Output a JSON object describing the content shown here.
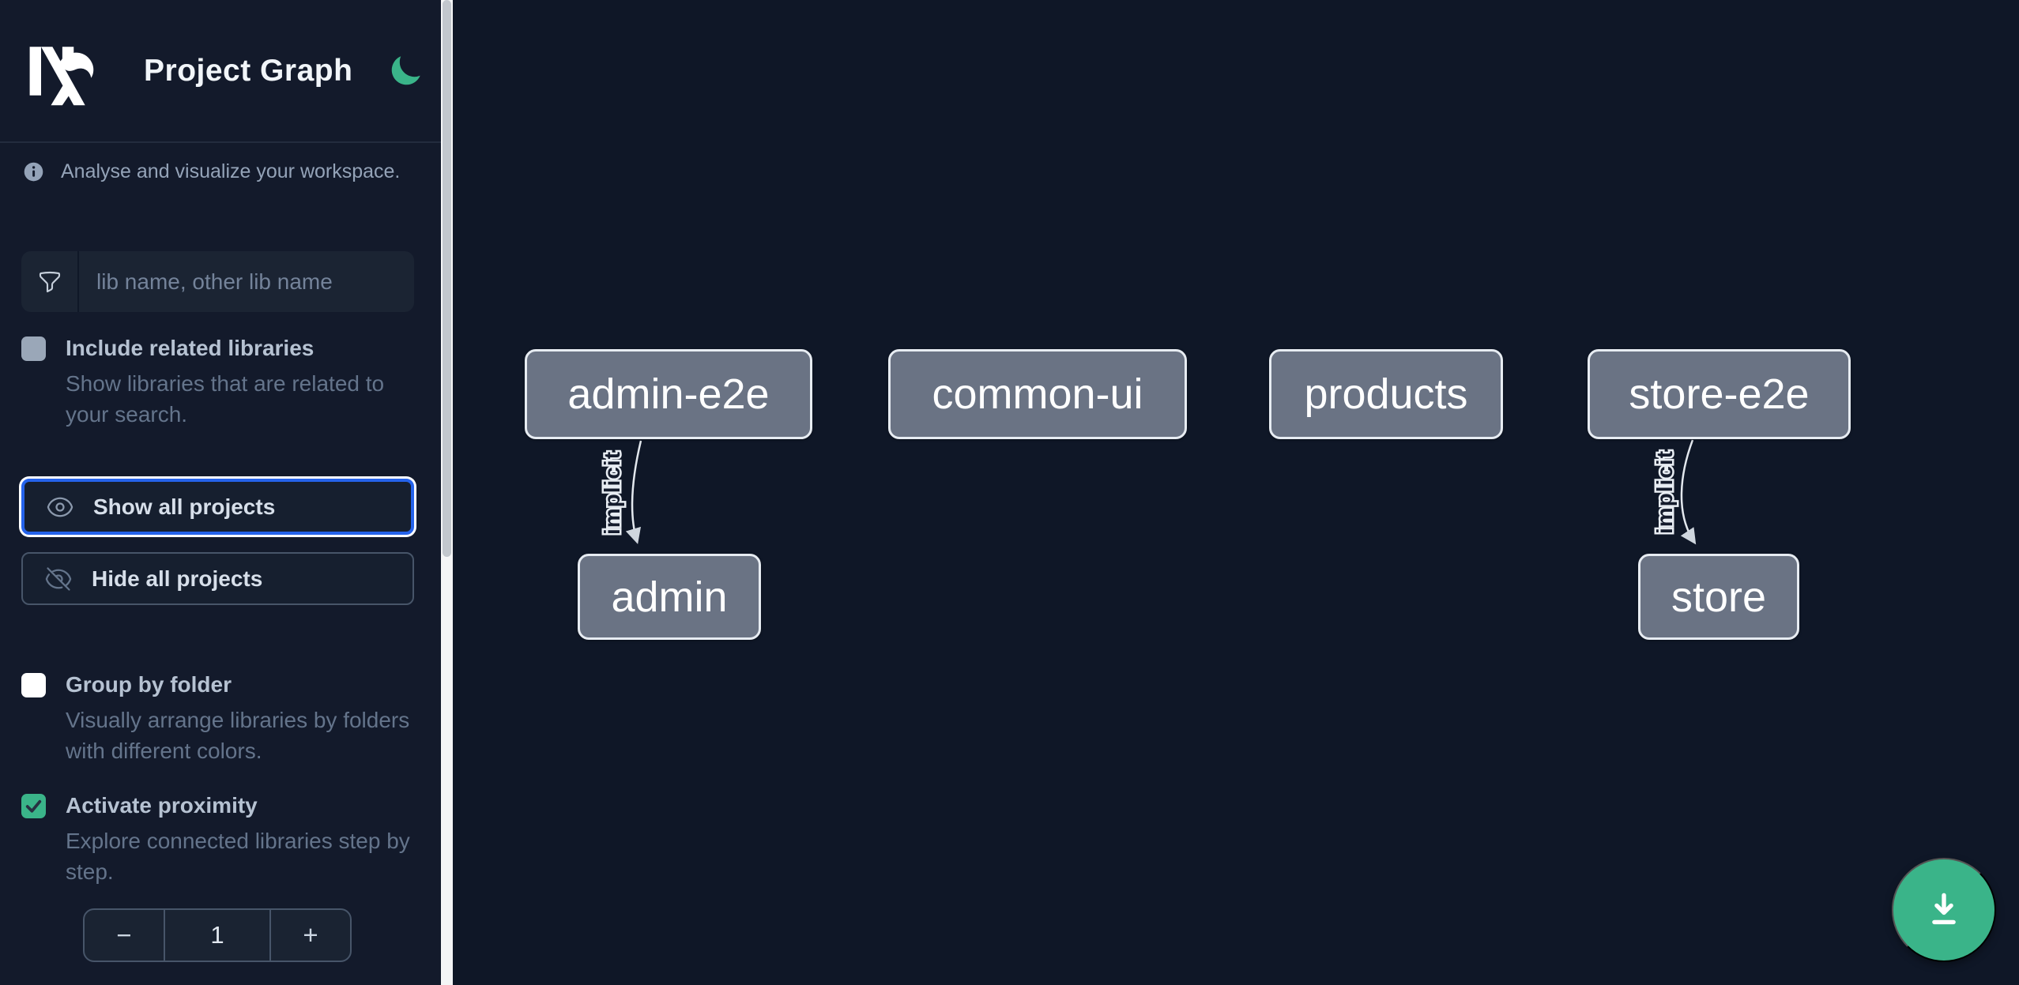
{
  "header": {
    "title": "Project Graph",
    "logo_icon": "nx-logo",
    "theme_toggle_icon": "moon-icon"
  },
  "sidebar": {
    "info": {
      "icon": "info-icon",
      "text": "Analyse and visualize your workspace."
    },
    "search": {
      "icon": "filter-icon",
      "placeholder": "lib name, other lib name",
      "value": ""
    },
    "include_related": {
      "label": "Include related libraries",
      "description": "Show libraries that are related to your search.",
      "checked": false
    },
    "show_all": {
      "label": "Show all projects",
      "icon": "eye-icon",
      "focused": true
    },
    "hide_all": {
      "label": "Hide all projects",
      "icon": "eye-slash-icon"
    },
    "group_by_folder": {
      "label": "Group by folder",
      "description": "Visually arrange libraries by folders with different colors.",
      "checked": false
    },
    "activate_proximity": {
      "label": "Activate proximity",
      "description": "Explore connected libraries step by step.",
      "checked": true
    },
    "proximity_stepper": {
      "decrement_label": "−",
      "value": "1",
      "increment_label": "+"
    }
  },
  "canvas": {
    "download_button_icon": "download-icon",
    "graph": {
      "nodes": [
        {
          "id": "admin-e2e",
          "label": "admin-e2e"
        },
        {
          "id": "common-ui",
          "label": "common-ui"
        },
        {
          "id": "products",
          "label": "products"
        },
        {
          "id": "store-e2e",
          "label": "store-e2e"
        },
        {
          "id": "admin",
          "label": "admin"
        },
        {
          "id": "store",
          "label": "store"
        }
      ],
      "edges": [
        {
          "source": "admin-e2e",
          "target": "admin",
          "label": "implicit"
        },
        {
          "source": "store-e2e",
          "target": "store",
          "label": "implicit"
        }
      ]
    }
  },
  "colors": {
    "accent_green": "#3ab489",
    "focus_blue": "#2563eb",
    "sidebar_bg": "#131a2b",
    "canvas_bg": "#0f1727",
    "node_fill": "#6a7384",
    "node_border": "#e7ecf2"
  }
}
